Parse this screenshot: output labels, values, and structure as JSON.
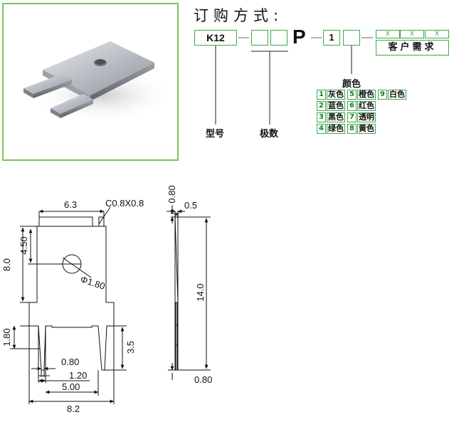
{
  "order": {
    "title": "订购方式:",
    "model_code": "K12",
    "p_letter": "P",
    "color_code": "1",
    "model_label": "型号",
    "poles_label": "极数",
    "color_label": "颜色",
    "customer_x": [
      "X",
      "X",
      "X"
    ],
    "customer_label": "客户需求"
  },
  "colors": [
    {
      "num": "1",
      "name": "灰色"
    },
    {
      "num": "2",
      "name": "蓝色"
    },
    {
      "num": "3",
      "name": "黑色"
    },
    {
      "num": "4",
      "name": "绿色"
    },
    {
      "num": "5",
      "name": "橙色"
    },
    {
      "num": "6",
      "name": "红色"
    },
    {
      "num": "7",
      "name": "透明"
    },
    {
      "num": "8",
      "name": "黄色"
    },
    {
      "num": "9",
      "name": "白色"
    }
  ],
  "dimensions": {
    "top_width": "6.3",
    "chamfer": "C0.8X0.8",
    "upper_height": "4.50",
    "total_height": "8.0",
    "hole_dia": "Φ1.80",
    "leg_height": "1.80",
    "leg_width": "0.80",
    "leg_spacing": "1.20",
    "inner_width": "5.00",
    "overall_width": "8.2",
    "slot_depth": "3.5",
    "side_tip": "0.80",
    "side_thickness": "0.5",
    "side_length": "14.0",
    "side_bottom": "0.80"
  }
}
